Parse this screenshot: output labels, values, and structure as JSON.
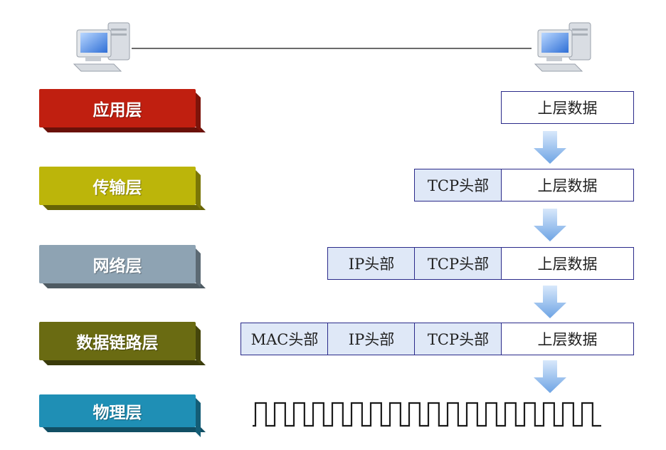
{
  "layers": [
    {
      "label": "应用层",
      "color": "#c01f10"
    },
    {
      "label": "传输层",
      "color": "#bcb50a"
    },
    {
      "label": "网络层",
      "color": "#8ea3b3"
    },
    {
      "label": "数据链路层",
      "color": "#6a6b12"
    },
    {
      "label": "物理层",
      "color": "#1f8fb5"
    }
  ],
  "packets": {
    "row1": {
      "data": "上层数据"
    },
    "row2": {
      "tcp": "TCP头部",
      "data": "上层数据"
    },
    "row3": {
      "ip": "IP头部",
      "tcp": "TCP头部",
      "data": "上层数据"
    },
    "row4": {
      "mac": "MAC头部",
      "ip": "IP头部",
      "tcp": "TCP头部",
      "data": "上层数据"
    }
  },
  "colors": {
    "header_fill": "#dfe8f7",
    "box_border": "#2a2a8a",
    "arrow_fill": "#7fb0e6"
  },
  "signal": {
    "pulses": 18
  }
}
